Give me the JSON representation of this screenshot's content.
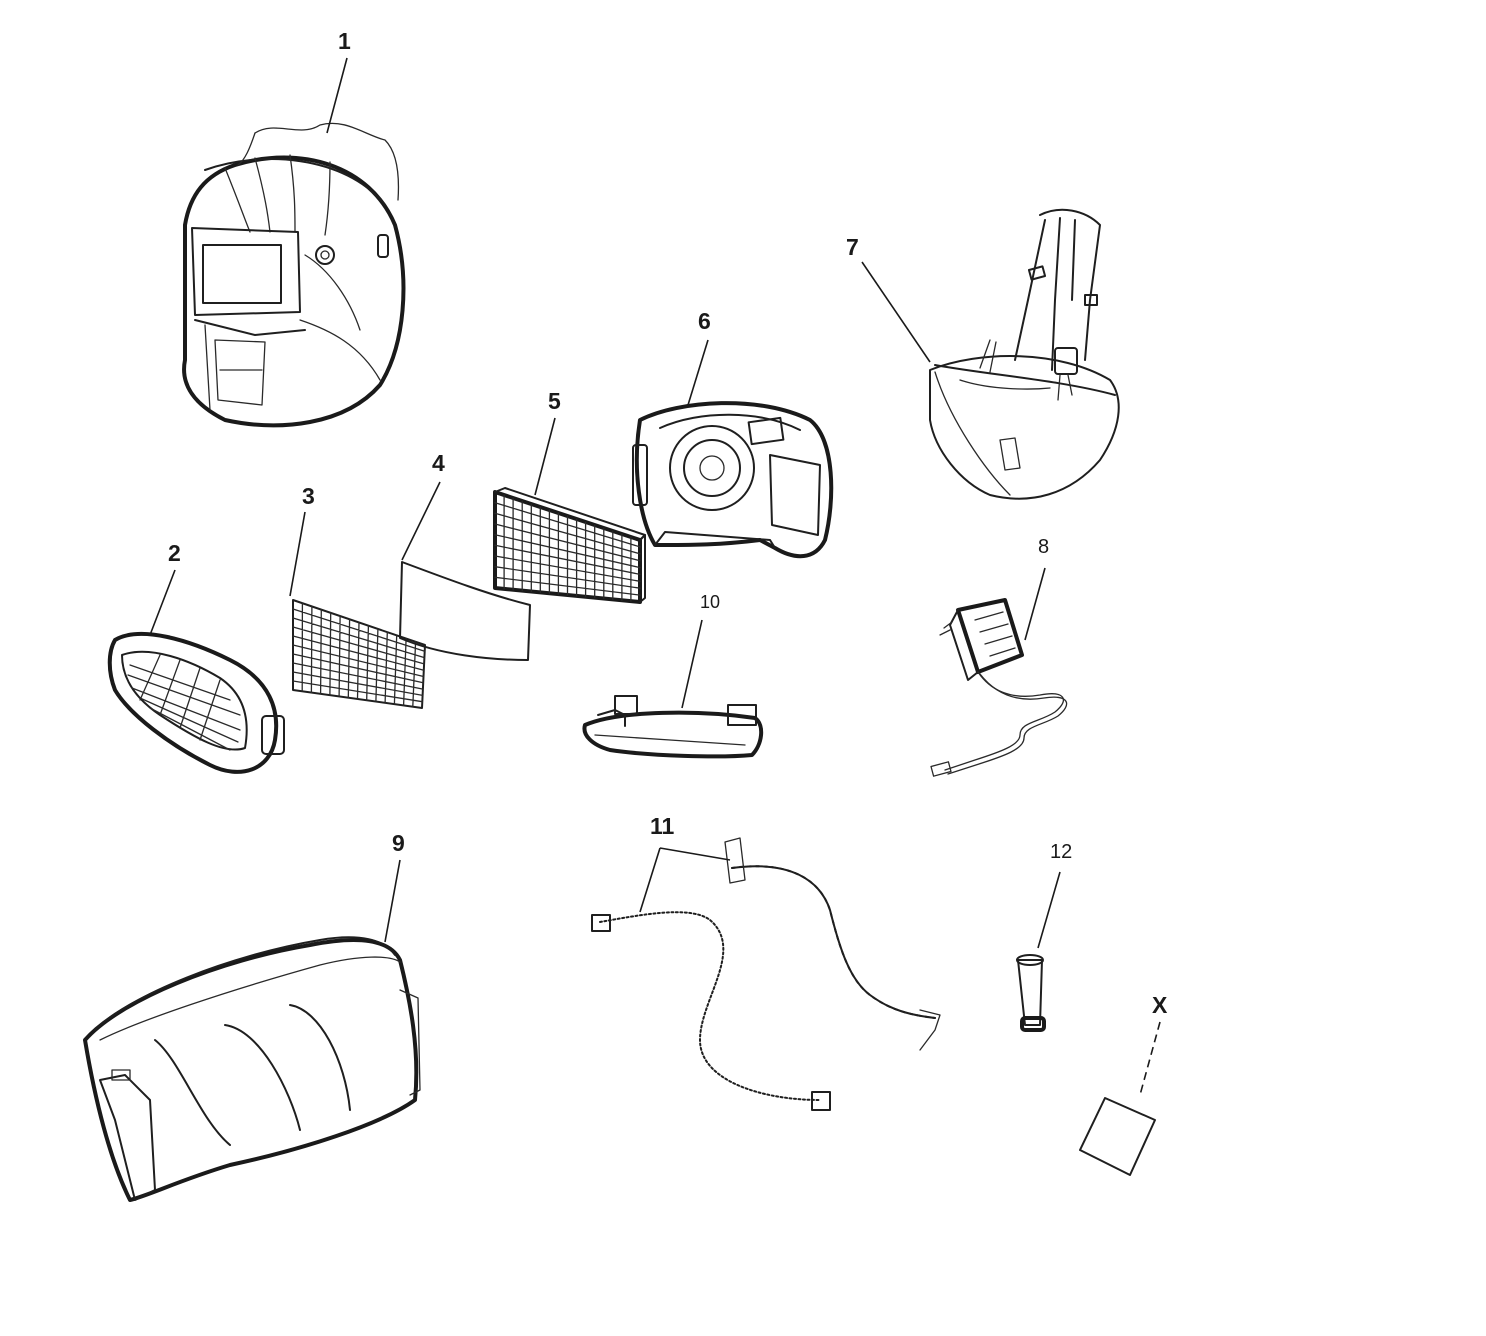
{
  "diagram": {
    "parts": [
      {
        "id": "1",
        "label": "1"
      },
      {
        "id": "2",
        "label": "2"
      },
      {
        "id": "3",
        "label": "3"
      },
      {
        "id": "4",
        "label": "4"
      },
      {
        "id": "5",
        "label": "5"
      },
      {
        "id": "6",
        "label": "6"
      },
      {
        "id": "7",
        "label": "7"
      },
      {
        "id": "8",
        "label": "8"
      },
      {
        "id": "9",
        "label": "9"
      },
      {
        "id": "10",
        "label": "10"
      },
      {
        "id": "11",
        "label": "11"
      },
      {
        "id": "12",
        "label": "12"
      },
      {
        "id": "x",
        "label": "X"
      }
    ]
  }
}
